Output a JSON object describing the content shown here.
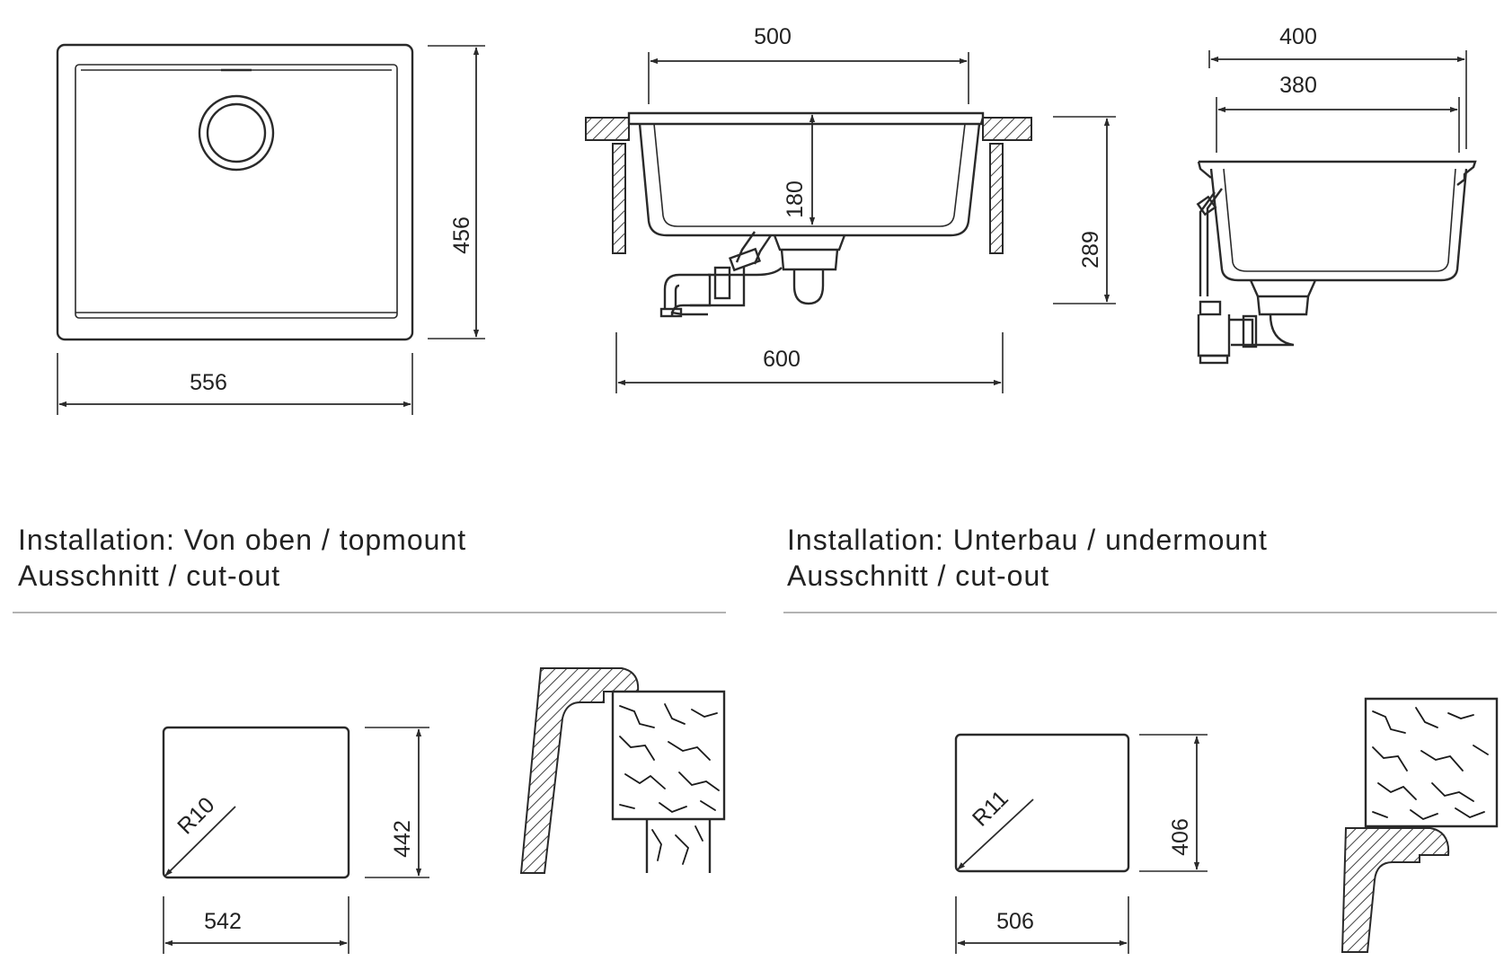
{
  "colors": {
    "line": "#2a2a2a",
    "text": "#222222",
    "rule": "#9a9a9a",
    "background": "#ffffff"
  },
  "top_view": {
    "width_label": "556",
    "height_label": "456"
  },
  "front_view": {
    "inner_width_label": "500",
    "depth_label": "180",
    "outer_width_label": "600",
    "total_height_label": "289"
  },
  "side_view": {
    "outer_width_label": "400",
    "inner_width_label": "380"
  },
  "topmount": {
    "heading_line1": "Installation: Von oben / topmount",
    "heading_line2": "Ausschnitt / cut-out",
    "cutout_width_label": "542",
    "cutout_height_label": "442",
    "radius_label": "R10"
  },
  "undermount": {
    "heading_line1": "Installation: Unterbau / undermount",
    "heading_line2": "Ausschnitt / cut-out",
    "cutout_width_label": "506",
    "cutout_height_label": "406",
    "radius_label": "R11"
  }
}
